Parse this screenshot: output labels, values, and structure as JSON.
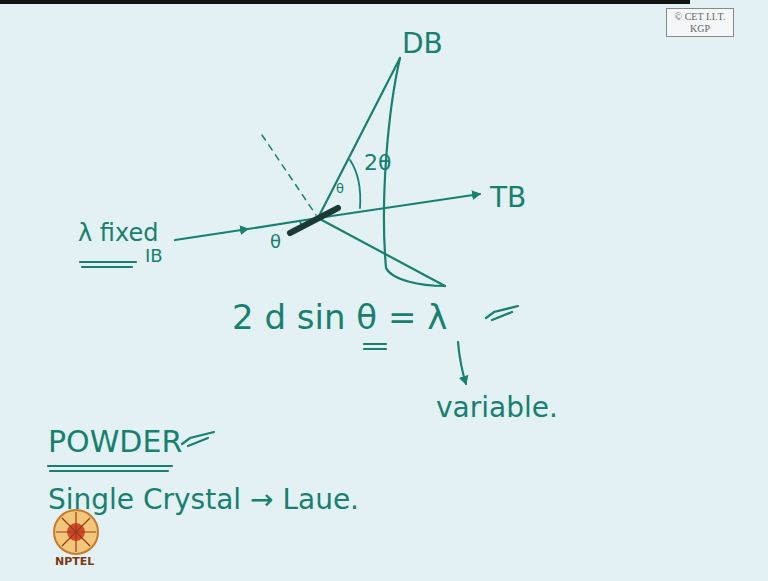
{
  "diagram": {
    "labels": [
      "© CET I.I.T. KGP",
      "DB",
      "TB",
      "λ fixed",
      "IB",
      "θ",
      "θ",
      "2θ",
      "2 d sin θ = λ",
      "variable.",
      "POWDER",
      "Single Crystal → Laue.",
      "NPTEL"
    ]
  }
}
